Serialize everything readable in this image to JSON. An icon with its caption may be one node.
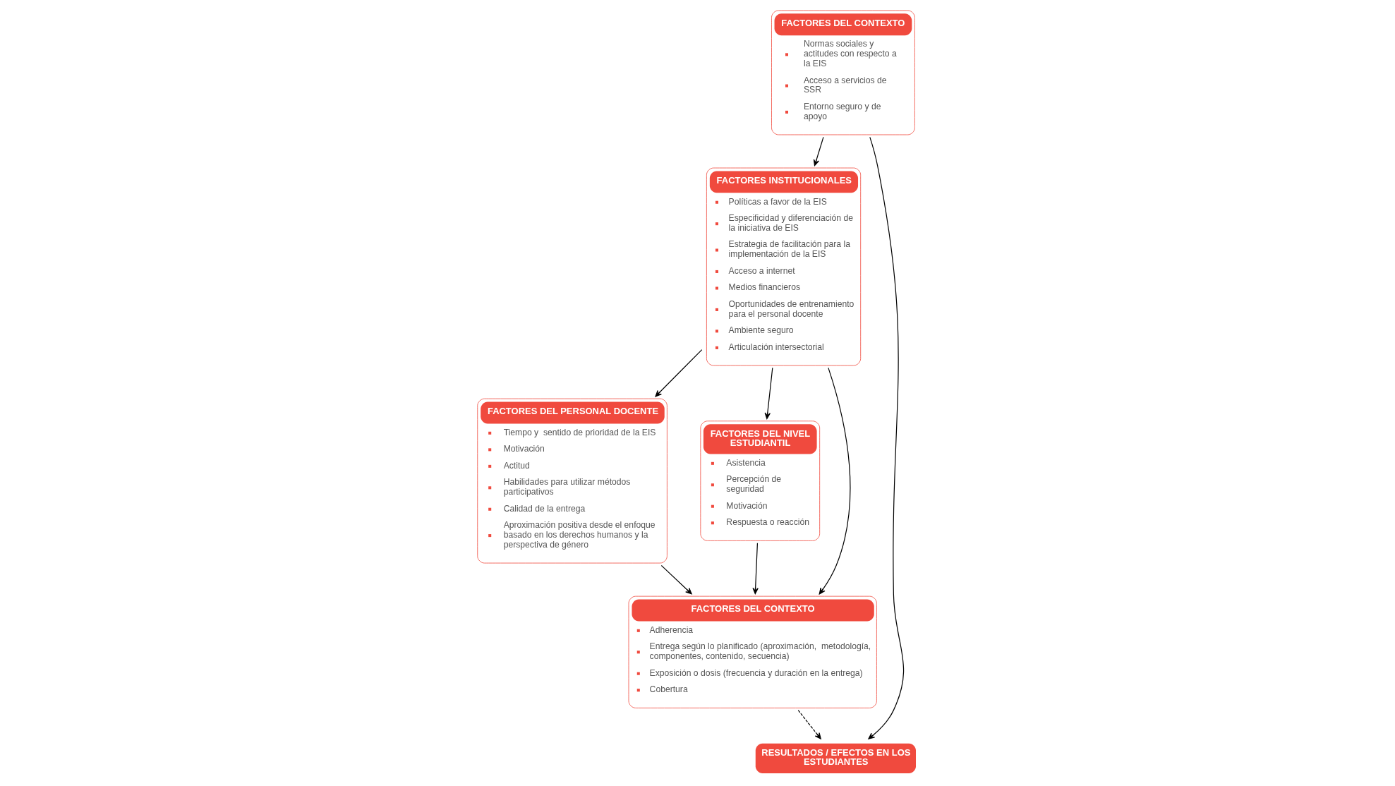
{
  "diagram": {
    "nodes": [
      {
        "text": [
          "FACTORES DEL CONTEXTO",
          "Normas sociales y actitudes con respecto a la EIS",
          "Acceso a servicios de SSR",
          "Entorno seguro y de apoyo"
        ]
      },
      {
        "text": [
          "FACTORES INSTITUCIONALES",
          "Políticas a favor de la EIS",
          "Especificidad y diferenciación de la iniciativa de EIS",
          "Estrategia de facilitación para la implementación de la EIS",
          "Acceso a internet",
          "Medios financieros",
          "Oportunidades de entrenamiento para el personal docente",
          "Ambiente seguro",
          "Articulación intersectorial"
        ]
      },
      {
        "text": [
          "FACTORES DEL PERSONAL DOCENTE",
          "Tiempo y  sentido de prioridad de la EIS",
          "Motivación",
          "Actitud",
          "Habilidades para utilizar métodos participativos",
          "Calidad de la entrega",
          "Aproximación positiva desde el enfoque basado en los derechos humanos y la perspectiva de género"
        ]
      },
      {
        "text": [
          "FACTORES DEL NIVEL ESTUDIANTIL",
          "Asistencia",
          "Percepción de seguridad",
          "Motivación",
          "Respuesta o reacción"
        ]
      },
      {
        "text": [
          "FACTORES DEL CONTEXTO",
          "Adherencia",
          "Entrega según lo planificado (aproximación,  metodología, componentes, contenido, secuencia)",
          "Exposición o dosis (frecuencia y duración en la entrega)",
          "Cobertura"
        ]
      },
      {
        "text": [
          "RESULTADOS / EFECTOS EN LOS ESTUDIANTES"
        ]
      }
    ],
    "edges": [
      {
        "from": 0,
        "to": 1,
        "arrow": "to"
      },
      {
        "from": 1,
        "to": 3,
        "arrow": "to"
      },
      {
        "from": 1,
        "to": 2,
        "arrow": "to"
      },
      {
        "from": 2,
        "to": 4,
        "arrow": "to"
      },
      {
        "from": 3,
        "to": 4,
        "arrow": "to"
      },
      {
        "from": 1,
        "to": 4,
        "arrow": "to"
      },
      {
        "from": 0,
        "to": 5,
        "arrow": "to"
      },
      {
        "from": 4,
        "to": 5,
        "arrow": "to",
        "style": "dashed"
      }
    ]
  }
}
